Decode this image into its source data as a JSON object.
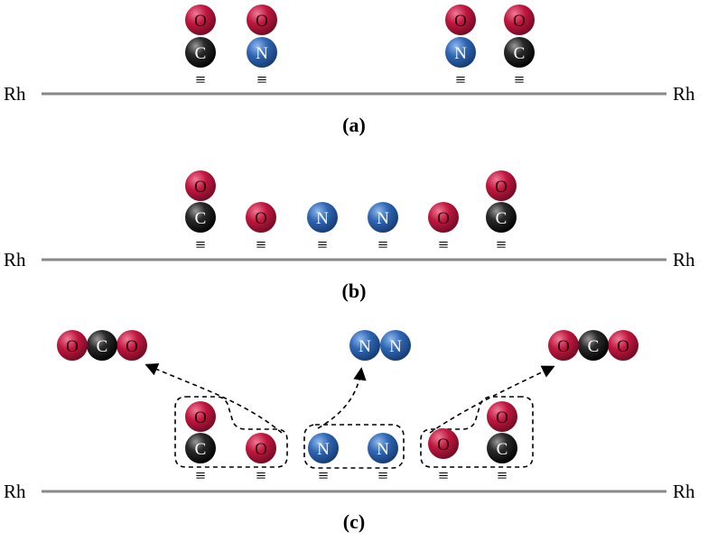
{
  "diagram": {
    "surface_label": "Rh",
    "bond_glyph": "≡",
    "panels": [
      {
        "caption": "(a)"
      },
      {
        "caption": "(b)"
      },
      {
        "caption": "(c)"
      }
    ],
    "atoms": {
      "O": {
        "text": "O",
        "color": "#b5133c"
      },
      "C": {
        "text": "C",
        "color": "#1a1a1a"
      },
      "N": {
        "text": "N",
        "color": "#2c5fa8"
      }
    },
    "products": [
      {
        "name": "CO2",
        "atoms": [
          "O",
          "C",
          "O"
        ]
      },
      {
        "name": "N2",
        "atoms": [
          "N",
          "N"
        ]
      },
      {
        "name": "CO2",
        "atoms": [
          "O",
          "C",
          "O"
        ]
      }
    ]
  }
}
